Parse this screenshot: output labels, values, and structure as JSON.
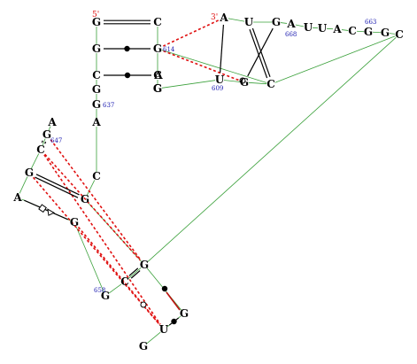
{
  "colors": {
    "backbone": "#3aa03a",
    "base_pair": "#000000",
    "tertiary_interaction": "#e01010",
    "residue_number": "#1a1ab0",
    "end_label": "#e01010"
  },
  "end_labels": {
    "five_prime": "5'",
    "three_prime": "3'"
  },
  "residues": [
    {
      "id": "r1",
      "letter": "G"
    },
    {
      "id": "r2",
      "letter": "G"
    },
    {
      "id": "r3",
      "letter": "C"
    },
    {
      "id": "r4",
      "letter": "G"
    },
    {
      "id": "r5",
      "letter": "G"
    },
    {
      "id": "r6",
      "letter": "A"
    },
    {
      "id": "r7",
      "letter": "A"
    },
    {
      "id": "r8",
      "letter": "G"
    },
    {
      "id": "r9",
      "letter": "C"
    },
    {
      "id": "r10",
      "letter": "G"
    },
    {
      "id": "r11",
      "letter": "A"
    },
    {
      "id": "r12",
      "letter": "G"
    },
    {
      "id": "r13",
      "letter": "G"
    },
    {
      "id": "r14",
      "letter": "G"
    },
    {
      "id": "r15",
      "letter": "C"
    },
    {
      "id": "r16",
      "letter": "U"
    },
    {
      "id": "r17",
      "letter": "G"
    },
    {
      "id": "r18",
      "letter": "G"
    },
    {
      "id": "r19",
      "letter": "C"
    },
    {
      "id": "r20",
      "letter": "G"
    },
    {
      "id": "r21",
      "letter": "C"
    },
    {
      "id": "r22",
      "letter": "G"
    },
    {
      "id": "r23",
      "letter": "C"
    },
    {
      "id": "r24",
      "letter": "G"
    },
    {
      "id": "r25",
      "letter": "A"
    },
    {
      "id": "r26",
      "letter": "G"
    },
    {
      "id": "r27",
      "letter": "U"
    },
    {
      "id": "r28",
      "letter": "G"
    },
    {
      "id": "r29",
      "letter": "C"
    },
    {
      "id": "r30",
      "letter": "A"
    },
    {
      "id": "r31",
      "letter": "U"
    },
    {
      "id": "r32",
      "letter": "G"
    },
    {
      "id": "r33",
      "letter": "A"
    },
    {
      "id": "r34",
      "letter": "U"
    },
    {
      "id": "r35",
      "letter": "U"
    },
    {
      "id": "r36",
      "letter": "A"
    },
    {
      "id": "r37",
      "letter": "C"
    },
    {
      "id": "r38",
      "letter": "G"
    },
    {
      "id": "r39",
      "letter": "G"
    },
    {
      "id": "r40",
      "letter": "C"
    }
  ],
  "residue_numbers": [
    {
      "id": "n637",
      "text": "637"
    },
    {
      "id": "n647",
      "text": "647"
    },
    {
      "id": "n658",
      "text": "658"
    },
    {
      "id": "n614",
      "text": "614"
    },
    {
      "id": "n609",
      "text": "609"
    },
    {
      "id": "n668",
      "text": "668"
    },
    {
      "id": "n663",
      "text": "663"
    }
  ],
  "base_pairs": [
    {
      "a": "r1",
      "b": "r21",
      "type": "canonical"
    },
    {
      "a": "r2",
      "b": "r22",
      "type": "wobble"
    },
    {
      "a": "r3",
      "b": "r25",
      "type": "wobble"
    },
    {
      "a": "r9",
      "b": "r8",
      "type": "canonical"
    },
    {
      "a": "r10",
      "b": "r14",
      "type": "canonical"
    },
    {
      "a": "r11",
      "b": "r12",
      "type": "sugar-hoogsteen"
    },
    {
      "a": "r17",
      "b": "r16",
      "type": "wobble"
    },
    {
      "a": "r18",
      "b": "r19",
      "type": "canonical"
    },
    {
      "a": "r31",
      "b": "r29",
      "type": "canonical"
    },
    {
      "a": "r30",
      "b": "r27",
      "type": "single"
    },
    {
      "a": "r32",
      "b": "r28",
      "type": "wobble-ring"
    }
  ],
  "tertiary_interactions": [
    {
      "a": "r30",
      "b": "r22"
    },
    {
      "a": "r22",
      "b": "r28"
    },
    {
      "a": "r9",
      "b": "r16"
    },
    {
      "a": "r10",
      "b": "r16"
    },
    {
      "a": "r12",
      "b": "r16"
    },
    {
      "a": "r9",
      "b": "r18"
    },
    {
      "a": "r8",
      "b": "r18"
    }
  ]
}
